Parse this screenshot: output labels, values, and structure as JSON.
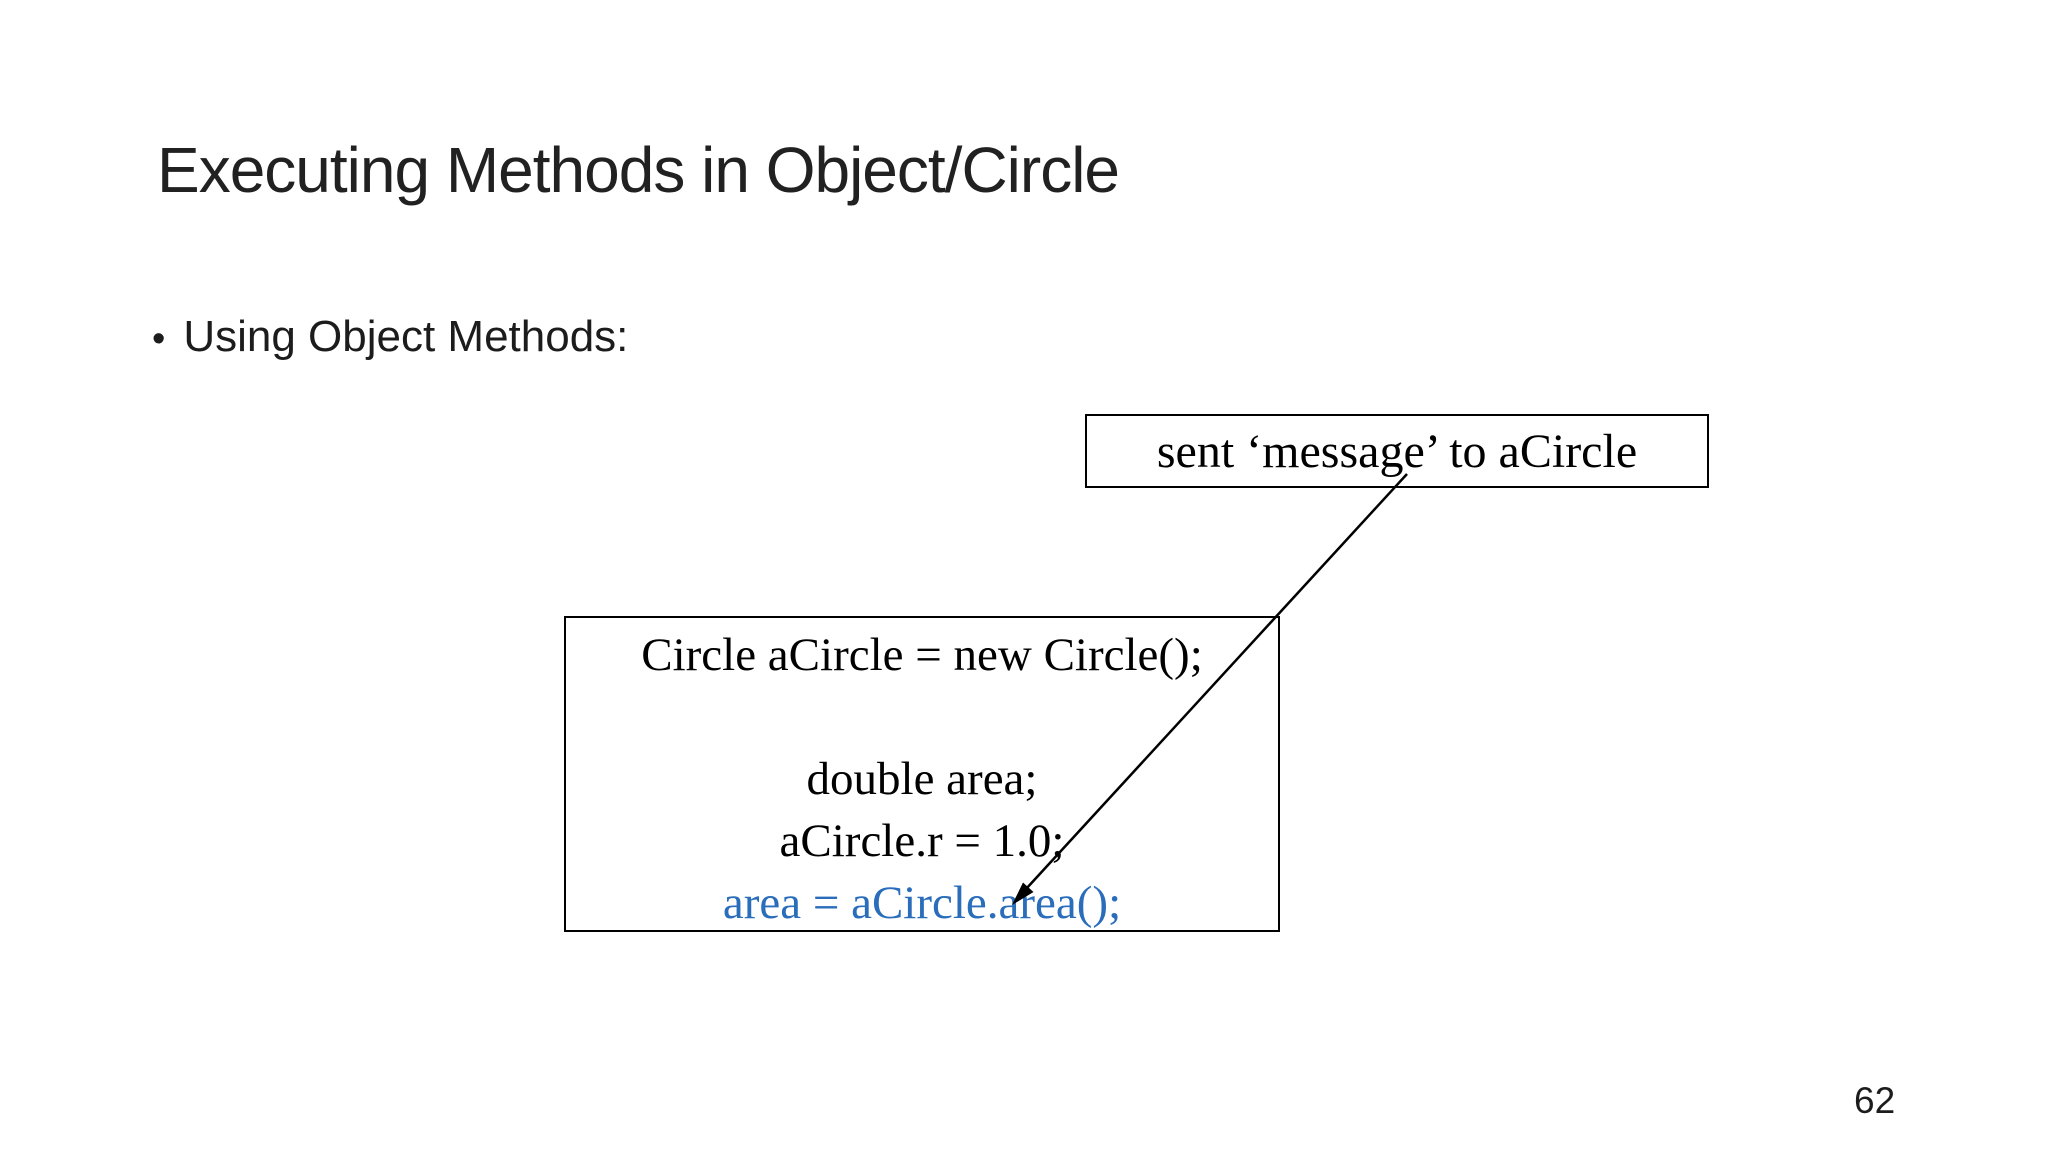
{
  "slide": {
    "title": "Executing Methods in Object/Circle",
    "bullet": {
      "marker": "•",
      "text": "Using Object Methods:"
    },
    "message_box": {
      "text": "sent ‘message’ to aCircle"
    },
    "code_box": {
      "lines": [
        {
          "text": "Circle aCircle = new Circle();",
          "style": "normal"
        },
        {
          "text": "",
          "style": "blank"
        },
        {
          "text": "double area;",
          "style": "normal"
        },
        {
          "text": "aCircle.r = 1.0;",
          "style": "normal"
        },
        {
          "text": "area = aCircle.area();",
          "style": "highlight"
        }
      ]
    },
    "page_number": "62",
    "colors": {
      "highlight_blue": "#2A6EBB",
      "text_black": "#000000",
      "title_color": "#212121",
      "background": "#FFFFFF",
      "arrow_color": "#000000"
    }
  }
}
